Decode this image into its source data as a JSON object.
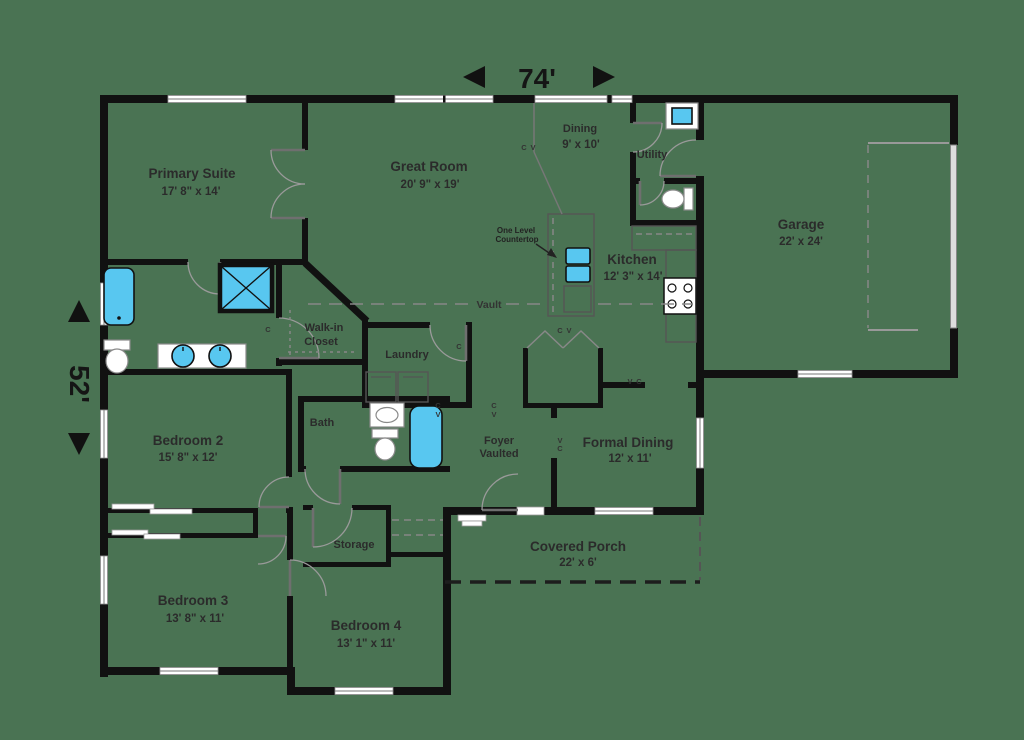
{
  "colors": {
    "background": "#4a7353",
    "wall": "#111111",
    "fixture_blue": "#58c7f0",
    "line_gray": "#8a8a8a",
    "text": "#2b2b2b"
  },
  "dimensions": {
    "width": "74'",
    "height": "52'"
  },
  "rooms": {
    "primary_suite": {
      "name": "Primary Suite",
      "dims": "17' 8\" x 14'"
    },
    "great_room": {
      "name": "Great Room",
      "dims": "20' 9\" x 19'"
    },
    "dining": {
      "name": "Dining",
      "dims": "9' x 10'"
    },
    "utility": {
      "name": "Utility"
    },
    "garage": {
      "name": "Garage",
      "dims": "22' x 24'"
    },
    "kitchen": {
      "name": "Kitchen",
      "dims": "12' 3\" x 14'"
    },
    "walk_in_closet": {
      "line1": "Walk-in",
      "line2": "Closet"
    },
    "laundry": {
      "name": "Laundry"
    },
    "bath": {
      "name": "Bath"
    },
    "foyer": {
      "name": "Foyer",
      "sub": "Vaulted"
    },
    "formal_dining": {
      "name": "Formal Dining",
      "dims": "12' x 11'"
    },
    "bedroom_2": {
      "name": "Bedroom 2",
      "dims": "15' 8\" x 12'"
    },
    "bedroom_3": {
      "name": "Bedroom 3",
      "dims": "13' 8\" x 11'"
    },
    "bedroom_4": {
      "name": "Bedroom 4",
      "dims": "13' 1\" x 11'"
    },
    "storage": {
      "name": "Storage"
    },
    "covered_porch": {
      "name": "Covered Porch",
      "dims": "22' x 6'"
    }
  },
  "annotations": {
    "vault": "Vault",
    "counter_note": {
      "line1": "One Level",
      "line2": "Countertop"
    },
    "markers": {
      "c": "C",
      "v": "V"
    }
  }
}
